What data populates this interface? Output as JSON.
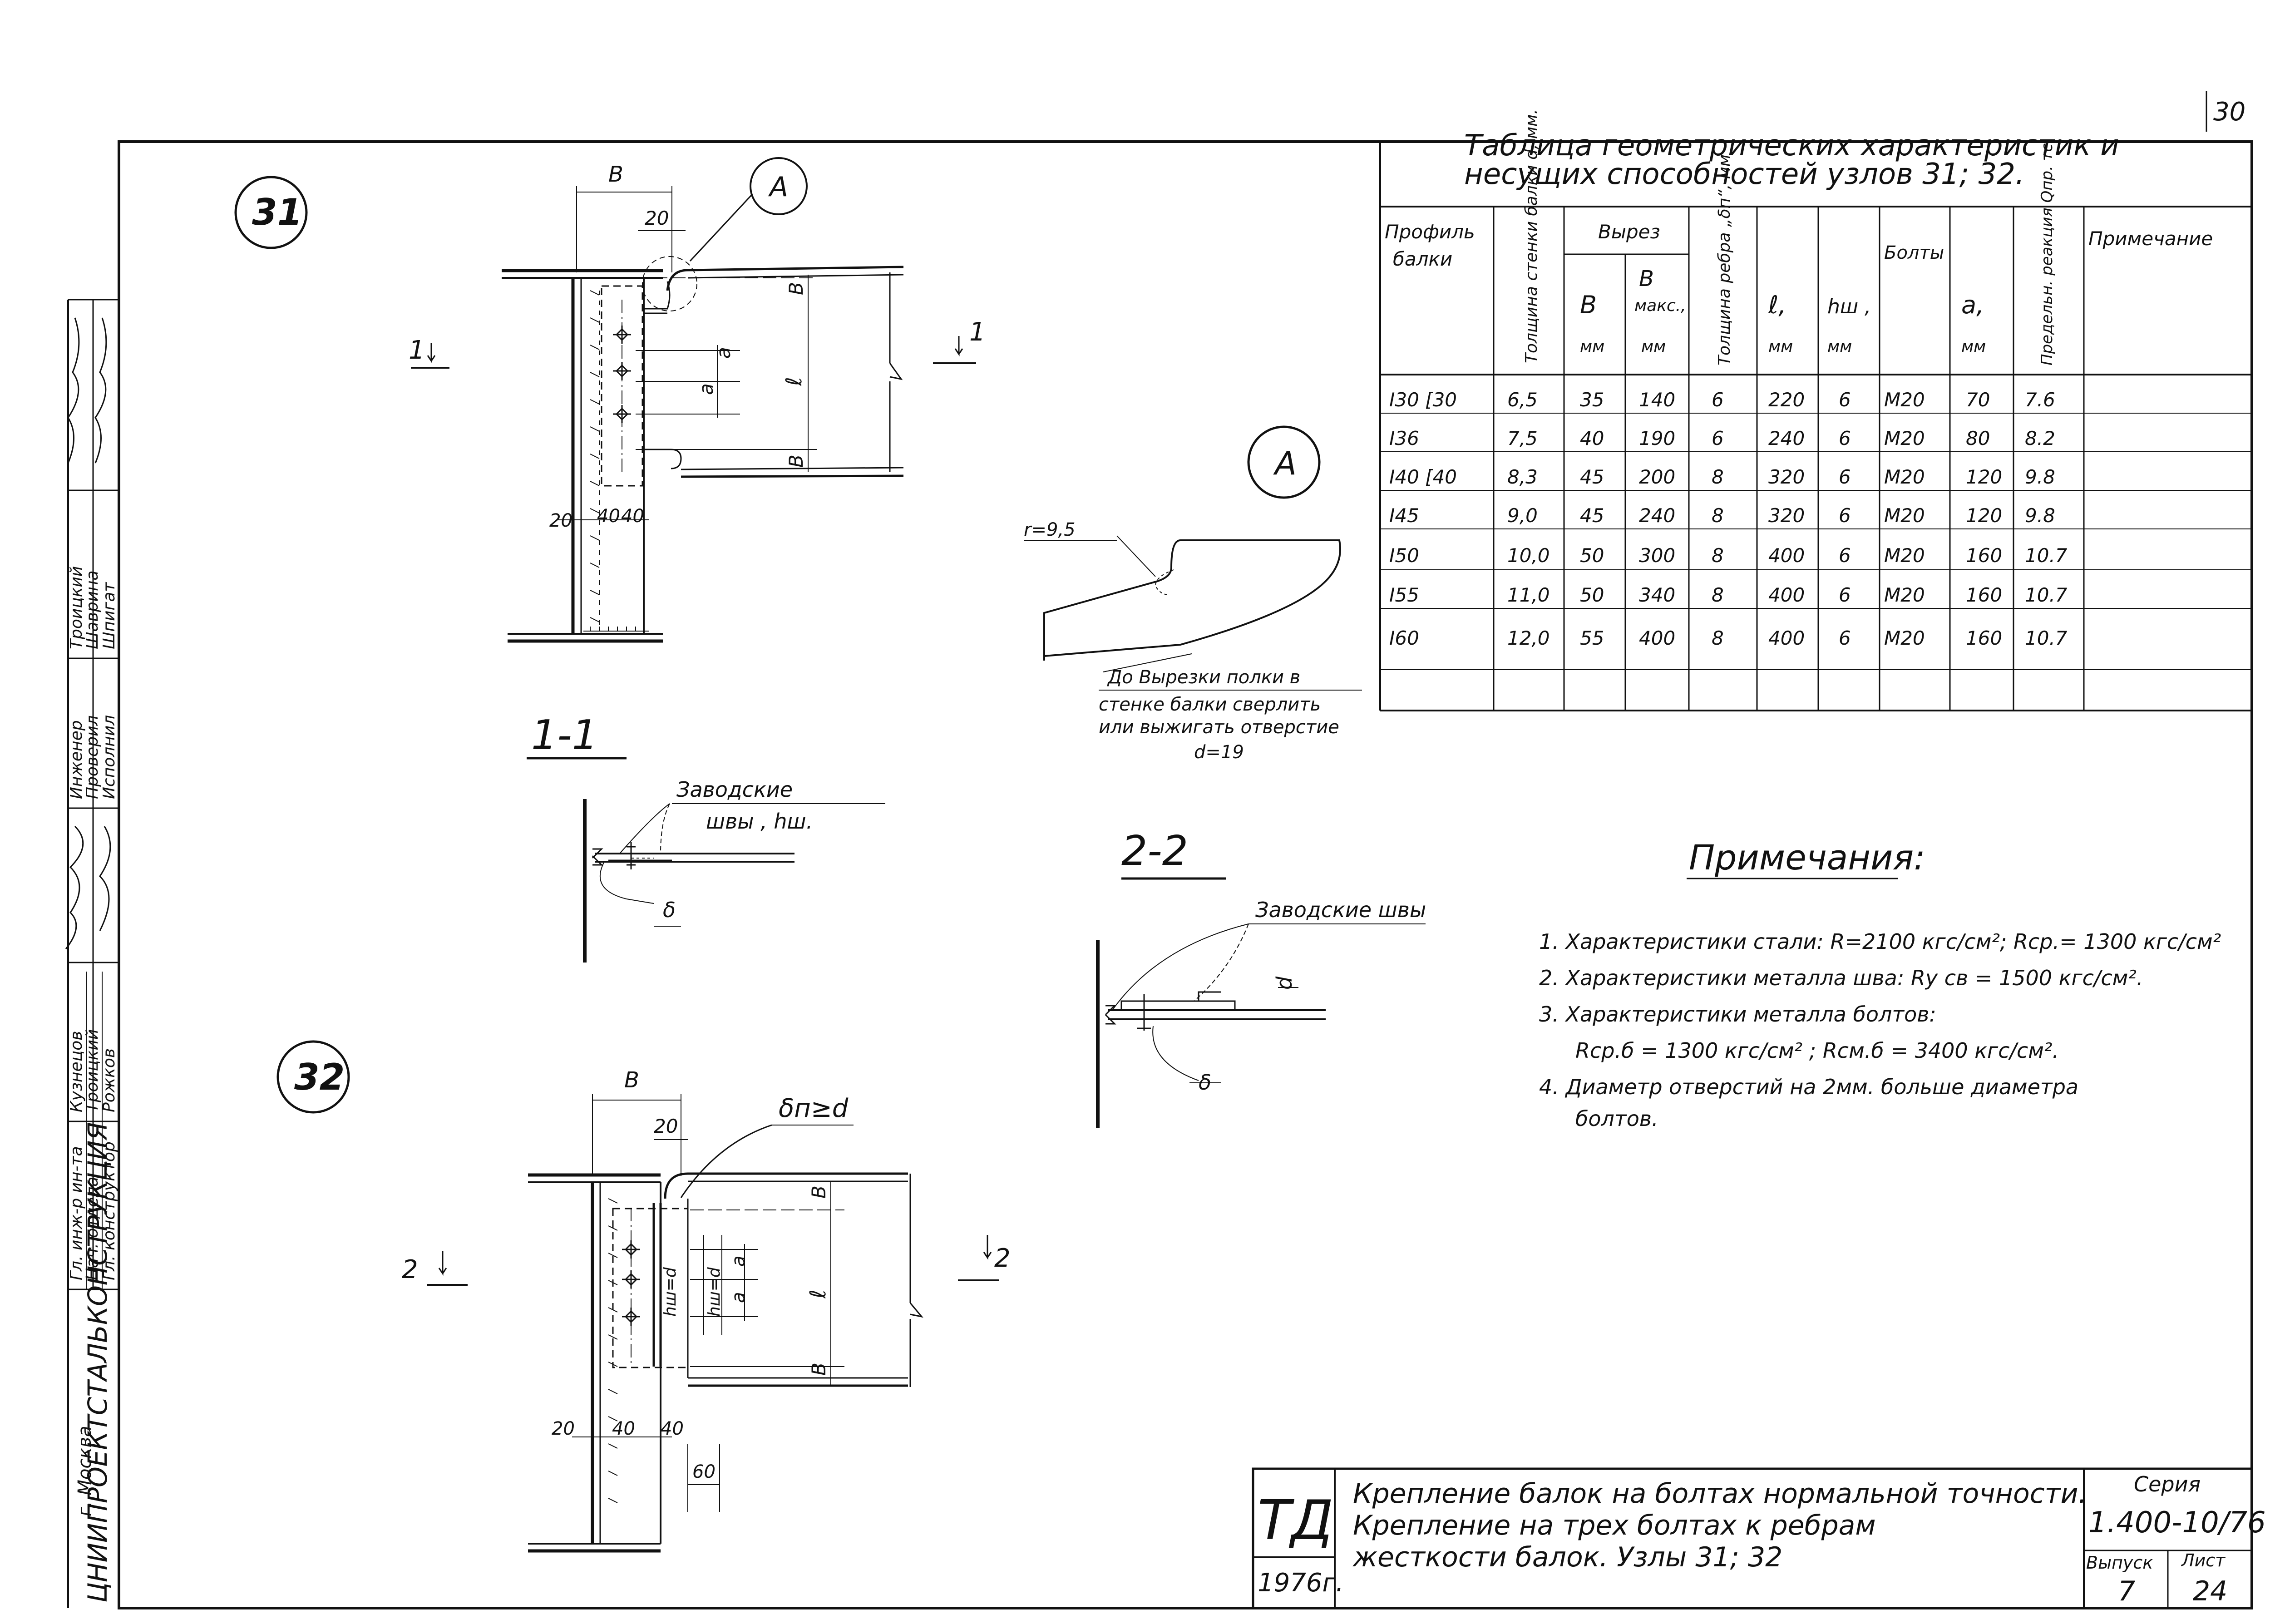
{
  "sheet_corner": "30",
  "nodes": {
    "n31": "31",
    "n32": "32",
    "callout_A": "A",
    "detail_A": "A",
    "radius": "r=9,5",
    "dim_b": "B",
    "dim_20": "20",
    "dim_a": "a",
    "dim_l": "ℓ",
    "dim_40": "40",
    "dim_60": "60",
    "dim_hw_d": "hш=d",
    "delta_label": "δп≥d",
    "section_1": "1",
    "section_2": "2"
  },
  "detail_note": [
    "До Вырезки полки в",
    "стенке балки сверлить",
    "или выжигать отверстие",
    "d=19"
  ],
  "section_1_1": {
    "title": "1-1",
    "weld_label": "Заводские",
    "weld_label2": "швы , hш.",
    "delta": "δ"
  },
  "section_2_2": {
    "title": "2-2",
    "weld_label": "Заводские швы",
    "delta": "δ",
    "d": "d"
  },
  "table": {
    "title_line1": "Таблица   геометрических  характеристик  и",
    "title_line2": "несущих     способностей  узлов  31; 32.",
    "headers": {
      "profile": [
        "Профиль",
        "балки"
      ],
      "web": "Толщина стенки балки d, мм.",
      "cutout": "Вырез",
      "b": "B",
      "bmax": [
        "B",
        "макс.,"
      ],
      "rib": "Толщина ребра „δп“, мм",
      "l": "ℓ,",
      "hw": "hш ,",
      "bolts": "Болты",
      "a": "a,",
      "reaction": "Предельн. реакция Qпр. тс.",
      "note": "Примечание",
      "mm": "мм"
    },
    "rows": [
      {
        "profile": "I30  [30",
        "d": "6,5",
        "b": "35",
        "bmax": "140",
        "rib": "6",
        "l": "220",
        "hw": "6",
        "bolt": "M20",
        "a": "70",
        "q": "7.6"
      },
      {
        "profile": "I36",
        "d": "7,5",
        "b": "40",
        "bmax": "190",
        "rib": "6",
        "l": "240",
        "hw": "6",
        "bolt": "M20",
        "a": "80",
        "q": "8.2"
      },
      {
        "profile": "I40  [40",
        "d": "8,3",
        "b": "45",
        "bmax": "200",
        "rib": "8",
        "l": "320",
        "hw": "6",
        "bolt": "M20",
        "a": "120",
        "q": "9.8"
      },
      {
        "profile": "I45",
        "d": "9,0",
        "b": "45",
        "bmax": "240",
        "rib": "8",
        "l": "320",
        "hw": "6",
        "bolt": "M20",
        "a": "120",
        "q": "9.8"
      },
      {
        "profile": "I50",
        "d": "10,0",
        "b": "50",
        "bmax": "300",
        "rib": "8",
        "l": "400",
        "hw": "6",
        "bolt": "M20",
        "a": "160",
        "q": "10.7"
      },
      {
        "profile": "I55",
        "d": "11,0",
        "b": "50",
        "bmax": "340",
        "rib": "8",
        "l": "400",
        "hw": "6",
        "bolt": "M20",
        "a": "160",
        "q": "10.7"
      },
      {
        "profile": "I60",
        "d": "12,0",
        "b": "55",
        "bmax": "400",
        "rib": "8",
        "l": "400",
        "hw": "6",
        "bolt": "M20",
        "a": "160",
        "q": "10.7"
      }
    ]
  },
  "notes": {
    "title": "Примечания:",
    "items": [
      "1.  Характеристики  стали:  R=2100 кгс/см²; Rср.= 1300 кгс/см²",
      "2.  Характеристики  металла  шва:  Rу св = 1500 кгс/см².",
      "3.  Характеристики  металла  болтов:",
      "Rср.б  =  1300 кгс/см² ;  Rсм.б = 3400 кгс/см².",
      "4.  Диаметр  отверстий  на 2мм. больше  диаметра",
      "болтов."
    ]
  },
  "title_block": {
    "logo": "ТД",
    "year": "1976г.",
    "line1": "Крепление  балок  на болтах  нормальной  точности.",
    "line2": "Крепление    на  трех   болтах  к  ребрам",
    "line3": "жесткости  балок.        Узлы  31; 32",
    "series_label": "Серия",
    "series": "1.400-10/76",
    "issue_label": "Выпуск",
    "issue": "7",
    "sheet_label": "Лист",
    "sheet": "24"
  },
  "side_stamp": {
    "org": "ЦНИИПРОЕКТСТАЛЬКОНСТРУКЦИЯ",
    "city": "г. Москва",
    "roles": [
      "Гл. инж-р ин-та",
      "Нач. отдела",
      "Гл. конструктор",
      "Инженер",
      "Проверил",
      "Исполнил"
    ],
    "names": [
      "Кузнецов",
      "Троицкий",
      "Рожков",
      "Троицкий",
      "Шаврина",
      "Шпигат"
    ]
  }
}
